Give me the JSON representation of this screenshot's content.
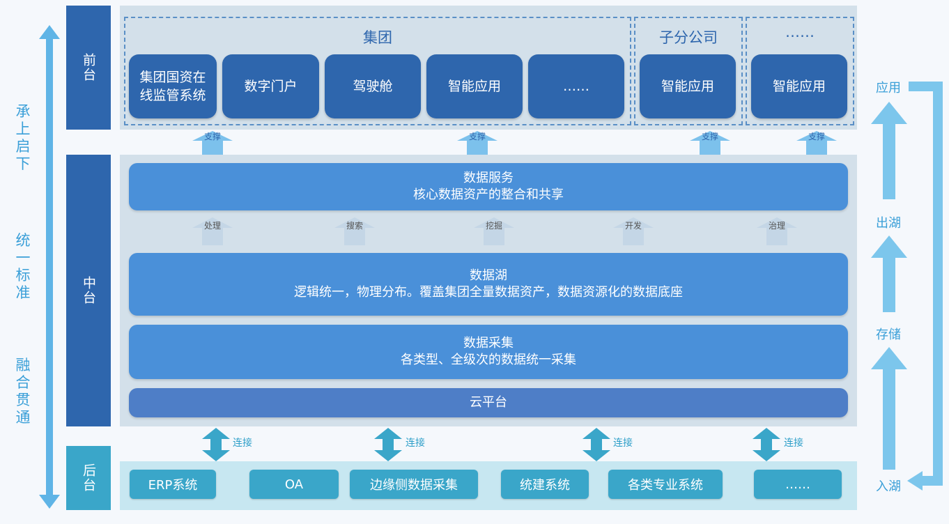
{
  "left_labels": [
    "承上启下",
    "统一标准",
    "融合贯通"
  ],
  "tiers": {
    "front": "前台",
    "middle": "中台",
    "back": "后台"
  },
  "front": {
    "group_title": "集团",
    "group_apps": [
      "集团国资在\n线监管系统",
      "数字门户",
      "驾驶舱",
      "智能应用",
      "……"
    ],
    "sub_title": "子分公司",
    "sub_app": "智能应用",
    "other_title": "……",
    "other_app": "智能应用"
  },
  "support_label": "支撑",
  "middle": {
    "data_service": {
      "title": "数据服务",
      "subtitle": "核心数据资产的整合和共享"
    },
    "process_arrows": [
      "处理",
      "搜索",
      "挖掘",
      "开发",
      "治理"
    ],
    "data_lake": {
      "title": "数据湖",
      "subtitle": "逻辑统一，物理分布。覆盖集团全量数据资产，数据资源化的数据底座"
    },
    "data_collection": {
      "title": "数据采集",
      "subtitle": "各类型、全级次的数据统一采集"
    },
    "cloud": "云平台"
  },
  "connect_label": "连接",
  "back_systems": [
    "ERP系统",
    "OA",
    "边缘侧数据采集",
    "统建系统",
    "各类专业系统",
    "……"
  ],
  "right_flow": [
    "应用",
    "出湖",
    "存储",
    "入湖"
  ],
  "colors": {
    "primary": "#2e66ad",
    "accent": "#3a9fd8",
    "back": "#3aa6c9",
    "panel": "#d3e0ea",
    "bar": "#4a90d9"
  }
}
